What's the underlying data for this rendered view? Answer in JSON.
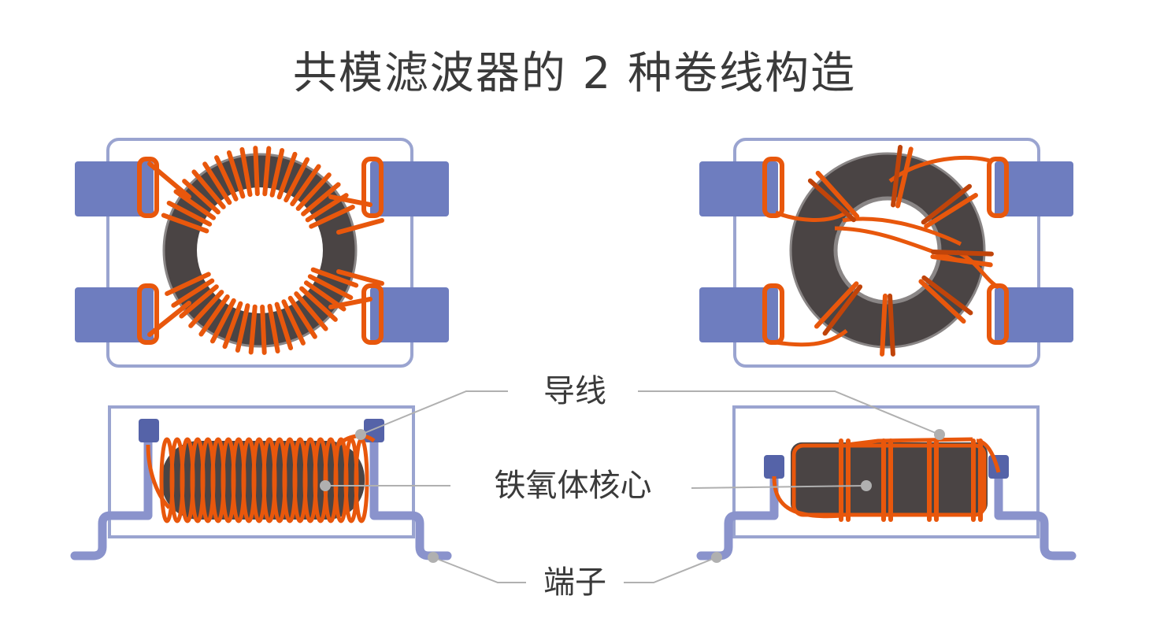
{
  "title": "共模滤波器的 2 种卷线构造",
  "labels": {
    "wire": "导线",
    "ferrite_core": "铁氧体核心",
    "terminal": "端子"
  },
  "colors": {
    "frame": "#9aa4d0",
    "terminal": "#6e7dbf",
    "terminal_cap": "#5563a8",
    "core": "#4a4444",
    "core_edge": "#8a8686",
    "wire": "#e8570c",
    "wire_dark": "#c0440a",
    "leader": "#b0b0b0",
    "text": "#3a3a3a"
  }
}
